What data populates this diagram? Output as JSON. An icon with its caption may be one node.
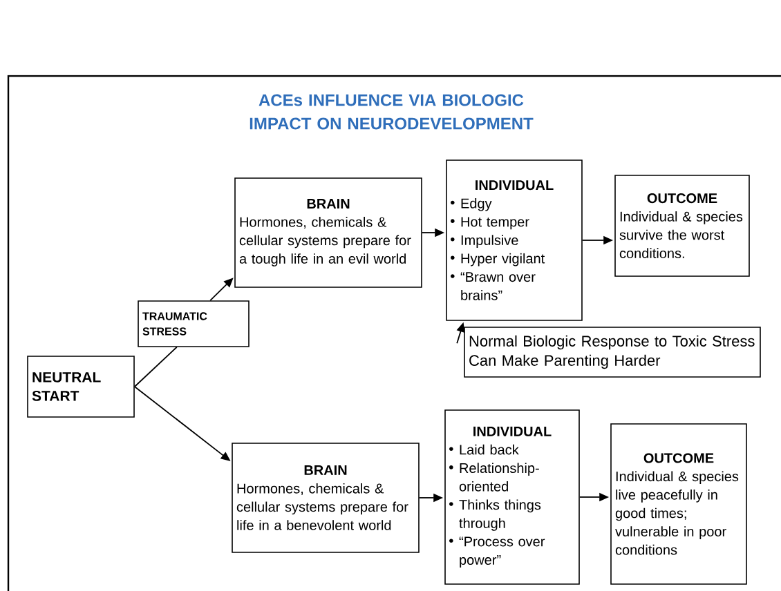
{
  "diagram": {
    "title": "ACEs INFLUENCE VIA BIOLOGIC IMPACT ON NEURODEVELOPMENT",
    "nodes": [
      {
        "text": [
          "NEUTRAL START"
        ]
      },
      {
        "text": [
          "TRAUMATIC STRESS"
        ]
      },
      {
        "text": [
          "BRAIN",
          "Hormones, chemicals & cellular systems prepare for a tough life in an evil world"
        ]
      },
      {
        "text": [
          "INDIVIDUAL",
          "Edgy",
          "Hot temper",
          "Impulsive",
          "Hyper vigilant",
          "“Brawn over brains”"
        ]
      },
      {
        "text": [
          "OUTCOME",
          "Individual & species survive the worst conditions."
        ]
      },
      {
        "text": [
          "Normal Biologic Response to Toxic Stress Can Make Parenting Harder"
        ]
      },
      {
        "text": [
          "BRAIN",
          "Hormones, chemicals & cellular systems prepare for life in a benevolent world"
        ]
      },
      {
        "text": [
          "INDIVIDUAL",
          "Laid back",
          "Relationship-oriented",
          "Thinks things through",
          "“Process over power”"
        ]
      },
      {
        "text": [
          "OUTCOME",
          "Individual & species live peacefully in good times; vulnerable in poor conditions"
        ]
      }
    ],
    "edges": [
      {
        "from": 0,
        "to": 1,
        "arrow": "none"
      },
      {
        "from": 1,
        "to": 2,
        "arrow": "to"
      },
      {
        "from": 0,
        "to": 6,
        "arrow": "to"
      },
      {
        "from": 2,
        "to": 3,
        "arrow": "to"
      },
      {
        "from": 3,
        "to": 4,
        "arrow": "to"
      },
      {
        "from": 5,
        "to": 3,
        "arrow": "to"
      },
      {
        "from": 6,
        "to": 7,
        "arrow": "to"
      },
      {
        "from": 7,
        "to": 8,
        "arrow": "to"
      }
    ]
  }
}
